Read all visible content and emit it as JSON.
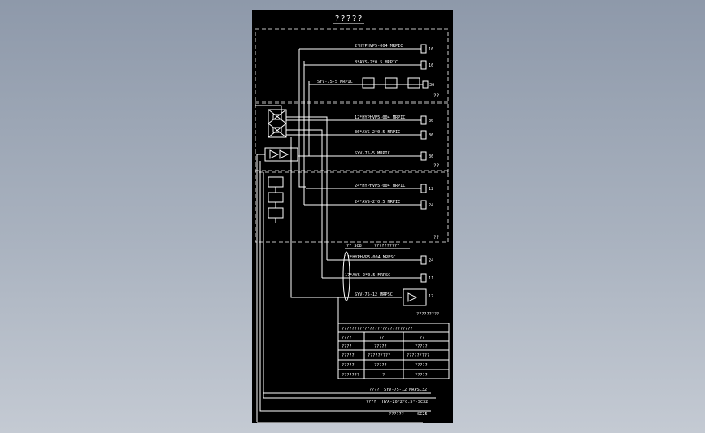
{
  "drawing": {
    "title": "?????",
    "colors": {
      "background": "#000000",
      "line": "#ffffff",
      "backdrop": "#9aa4b3"
    }
  },
  "cable_labels": [
    "2*HYPHVP5-004 MRPIC",
    "8*AVS-2*0.5 MRPIC",
    "SYV-75-5 MRPIC",
    "12*HYPHVP5-004 MRPIC",
    "36*AVS-2*0.5 MRPIC",
    "SYV-75-5 MRPIC",
    "24*HYPHVP5-004 MRPIC",
    "24*AVS-2*0.5 MRPIC",
    "11*HYPHVP5-004 MRPSC",
    "17*AVS-2*0.5 MRPSC",
    "SYV-75-12 MRPSC"
  ],
  "end_numbers": [
    "16",
    "16",
    "36",
    "36",
    "36",
    "36",
    "12",
    "24",
    "24",
    "11",
    "17"
  ],
  "zone_marks": [
    "??",
    "??",
    "??"
  ],
  "bottom_section": {
    "header": "?? SC8",
    "header_right": "??????????",
    "device_label": "?????????"
  },
  "legend_table": {
    "title": "????????????????????????????",
    "rows": [
      [
        "????",
        "??",
        "??"
      ],
      [
        "????",
        "?????",
        "?????"
      ],
      [
        "?????",
        "?????/???",
        "?????/???"
      ],
      [
        "?????",
        "?????",
        "?????"
      ],
      [
        "???????",
        "?",
        "?????"
      ]
    ]
  },
  "bottom_cables": [
    {
      "name": "????",
      "spec": "SYV-75-12 MRPSC32"
    },
    {
      "name": "????",
      "spec": "HYA-20*2*0.5*-SC32"
    },
    {
      "name": "??????",
      "spec": "-SC25"
    }
  ]
}
